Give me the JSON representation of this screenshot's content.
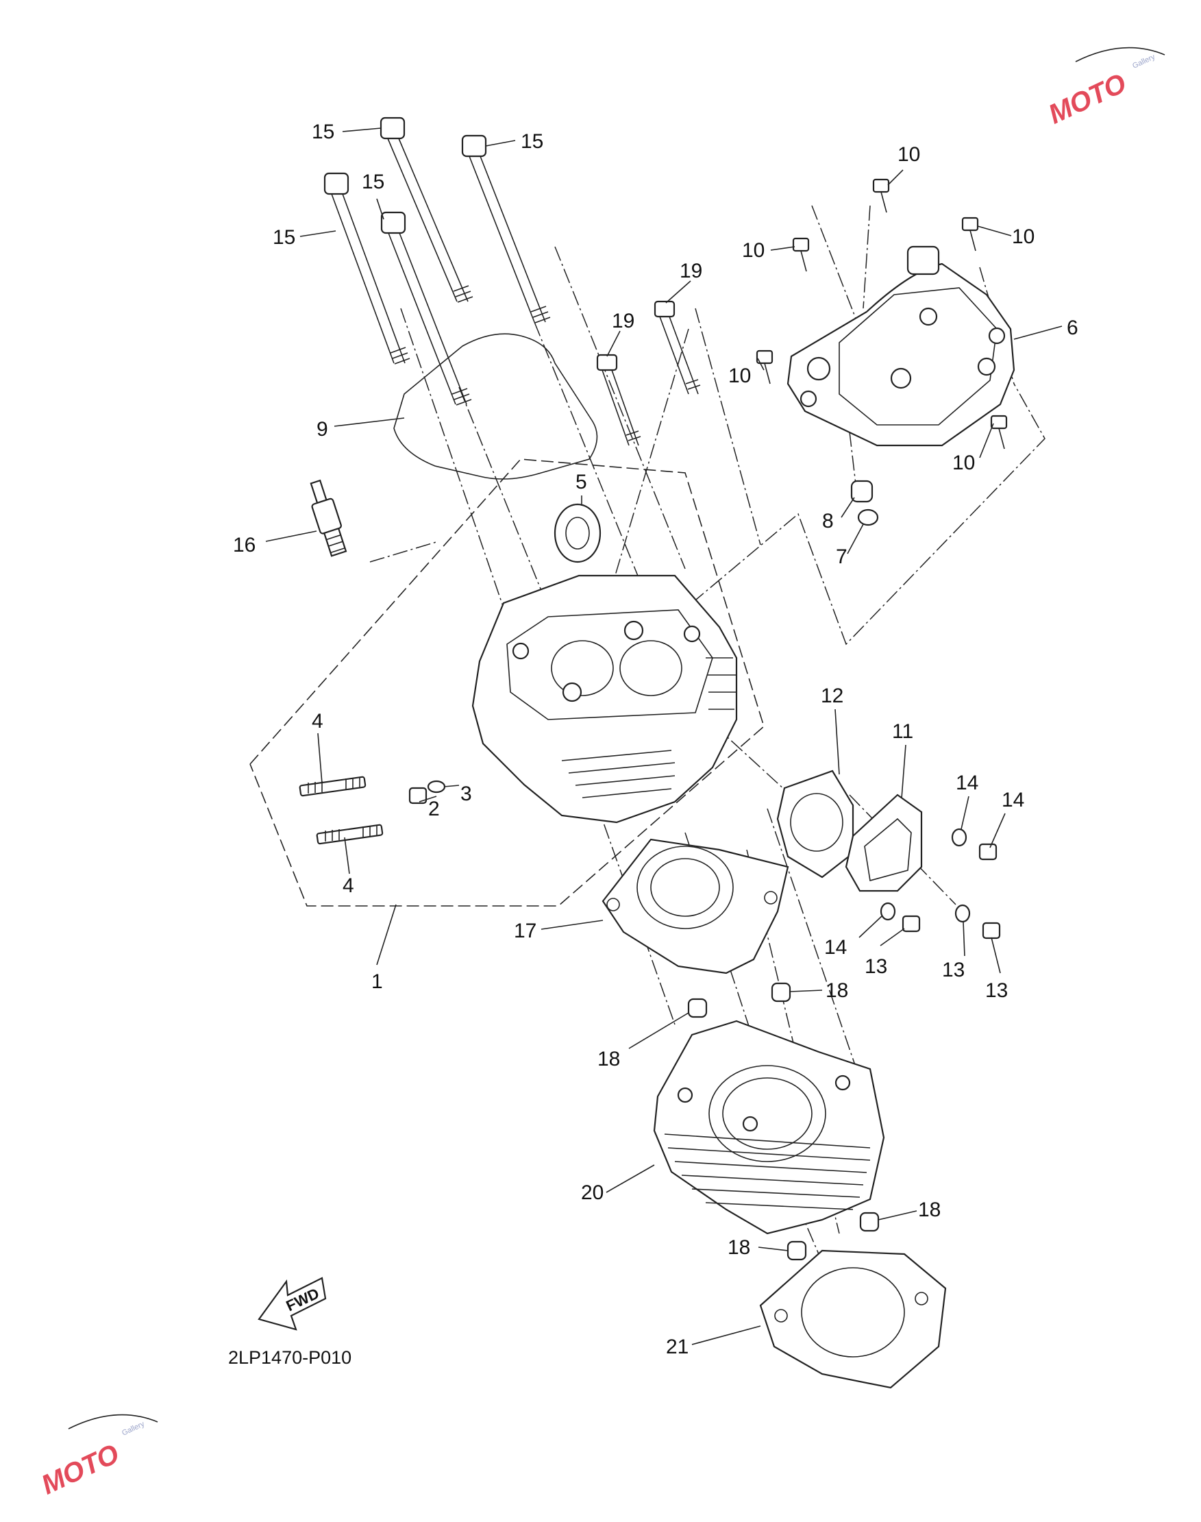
{
  "diagram": {
    "code": "2LP1470-P010",
    "fwd_label": "FWD",
    "watermark": {
      "brand": "MOTO",
      "sub": "Gallery"
    },
    "callouts": [
      {
        "id": "c15a",
        "text": "15"
      },
      {
        "id": "c15b",
        "text": "15"
      },
      {
        "id": "c15c",
        "text": "15"
      },
      {
        "id": "c15d",
        "text": "15"
      },
      {
        "id": "c10a",
        "text": "10"
      },
      {
        "id": "c10b",
        "text": "10"
      },
      {
        "id": "c10c",
        "text": "10"
      },
      {
        "id": "c10d",
        "text": "10"
      },
      {
        "id": "c10e",
        "text": "10"
      },
      {
        "id": "c19a",
        "text": "19"
      },
      {
        "id": "c19b",
        "text": "19"
      },
      {
        "id": "c6",
        "text": "6"
      },
      {
        "id": "c9",
        "text": "9"
      },
      {
        "id": "c5",
        "text": "5"
      },
      {
        "id": "c16",
        "text": "16"
      },
      {
        "id": "c8",
        "text": "8"
      },
      {
        "id": "c7",
        "text": "7"
      },
      {
        "id": "c4a",
        "text": "4"
      },
      {
        "id": "c4b",
        "text": "4"
      },
      {
        "id": "c2",
        "text": "2"
      },
      {
        "id": "c3",
        "text": "3"
      },
      {
        "id": "c12",
        "text": "12"
      },
      {
        "id": "c11",
        "text": "11"
      },
      {
        "id": "c14a",
        "text": "14"
      },
      {
        "id": "c14b",
        "text": "14"
      },
      {
        "id": "c14c",
        "text": "14"
      },
      {
        "id": "c13a",
        "text": "13"
      },
      {
        "id": "c13b",
        "text": "13"
      },
      {
        "id": "c13c",
        "text": "13"
      },
      {
        "id": "c17",
        "text": "17"
      },
      {
        "id": "c1",
        "text": "1"
      },
      {
        "id": "c18a",
        "text": "18"
      },
      {
        "id": "c18b",
        "text": "18"
      },
      {
        "id": "c18c",
        "text": "18"
      },
      {
        "id": "c18d",
        "text": "18"
      },
      {
        "id": "c20",
        "text": "20"
      },
      {
        "id": "c21",
        "text": "21"
      }
    ]
  }
}
